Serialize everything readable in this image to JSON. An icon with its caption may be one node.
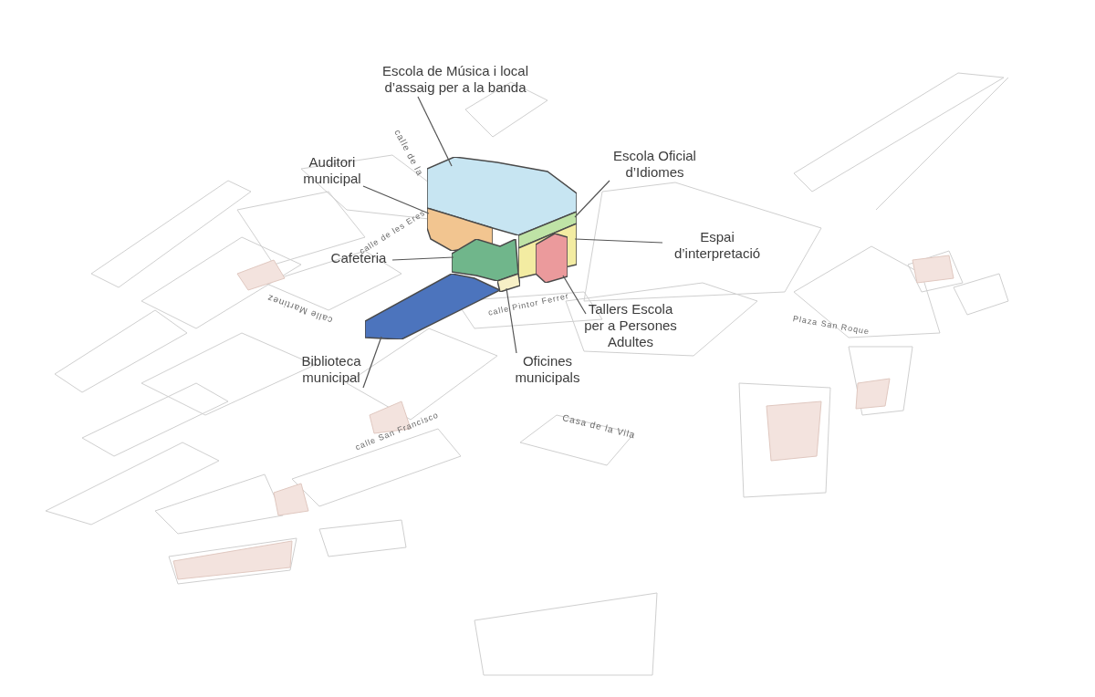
{
  "diagram": {
    "nodes": [
      {
        "text": [
          "Escola de Música i local d’assaig per a la banda"
        ]
      },
      {
        "text": [
          "Auditori municipal"
        ]
      },
      {
        "text": [
          "Escola Oficial d’Idiomes"
        ]
      },
      {
        "text": [
          "Espai d’interpretació"
        ]
      },
      {
        "text": [
          "Cafeteria"
        ]
      },
      {
        "text": [
          "Tallers Escola per a Persones Adultes"
        ]
      },
      {
        "text": [
          "Biblioteca municipal"
        ]
      },
      {
        "text": [
          "Oficines municipals"
        ]
      },
      {
        "text": [],
        "shape": "box"
      },
      {
        "text": [],
        "shape": "box"
      },
      {
        "text": [],
        "shape": "box"
      },
      {
        "text": [],
        "shape": "box"
      },
      {
        "text": [],
        "shape": "box"
      },
      {
        "text": [],
        "shape": "box"
      },
      {
        "text": [],
        "shape": "box"
      },
      {
        "text": [],
        "shape": "box"
      }
    ],
    "edges": [
      {
        "from": 0,
        "to": 8,
        "arrow": "none"
      },
      {
        "from": 1,
        "to": 9,
        "arrow": "none"
      },
      {
        "from": 2,
        "to": 10,
        "arrow": "none"
      },
      {
        "from": 3,
        "to": 11,
        "arrow": "none"
      },
      {
        "from": 4,
        "to": 12,
        "arrow": "none"
      },
      {
        "from": 5,
        "to": 13,
        "arrow": "none"
      },
      {
        "from": 6,
        "to": 14,
        "arrow": "none"
      },
      {
        "from": 7,
        "to": 15,
        "arrow": "none"
      }
    ],
    "labels": [
      "calle de la",
      "calle de les Eres",
      "calle Pintor Ferrer",
      "calle Martinez",
      "Plaza San Roque",
      "Casa de la Vila",
      "calle San Francisco"
    ]
  }
}
